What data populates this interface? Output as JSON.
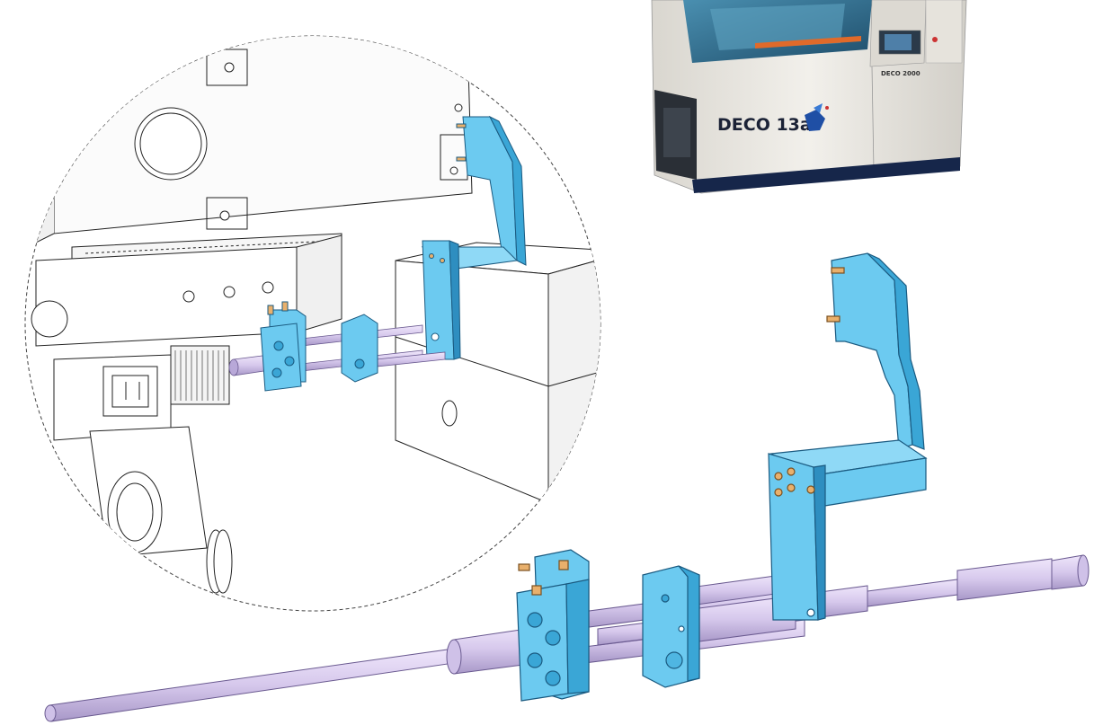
{
  "machine": {
    "model_label": "DECO 13a",
    "panel_label": "DECO 2000"
  },
  "colors": {
    "bracket": "#6ccaf0",
    "bracket_dark": "#3aa6d6",
    "bracket_shadow": "#2e8ec0",
    "bar": "#d6c8ec",
    "bar_dark": "#a898c8",
    "pin": "#e9b06c",
    "machine_body": "#ece9e3",
    "machine_base": "#16264a",
    "line": "#222222"
  },
  "icons": [
    "circle-detail-view",
    "machine-photo",
    "pin-icon",
    "logo-icon"
  ]
}
